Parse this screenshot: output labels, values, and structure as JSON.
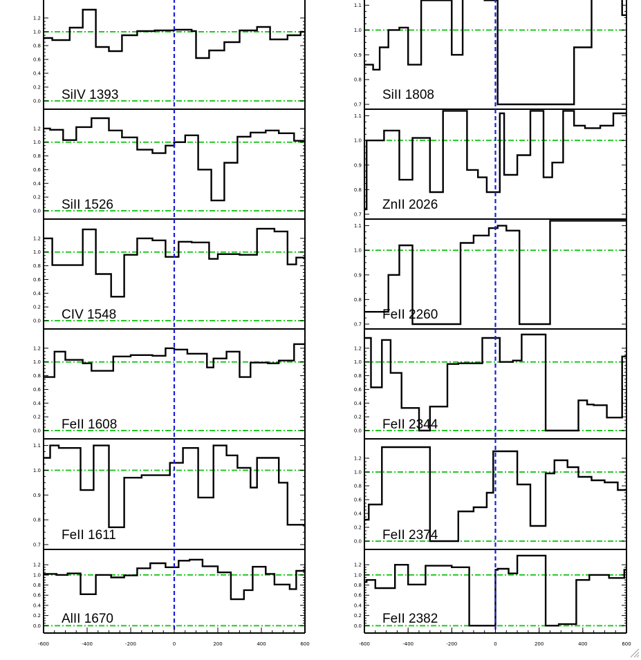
{
  "chart_data": [
    {
      "type": "line",
      "panel": "SiIV 1393",
      "column": "left",
      "ylim": [
        -0.05,
        1.42
      ],
      "yticks": [
        0.0,
        0.2,
        0.4,
        0.6,
        0.8,
        1.0,
        1.2
      ],
      "ytick_labels": [
        "0.0",
        "0.2",
        "0.4",
        "0.6",
        "0.8",
        "1.0",
        "1.2"
      ],
      "reference_lines": [
        1.0,
        0.0
      ],
      "x": [
        -600,
        -560,
        -480,
        -420,
        -360,
        -300,
        -240,
        -170,
        -90,
        0,
        80,
        100,
        160,
        230,
        300,
        380,
        440,
        520,
        580,
        600
      ],
      "y": [
        0.91,
        0.88,
        1.06,
        1.32,
        0.78,
        0.72,
        0.95,
        1.01,
        1.02,
        1.03,
        1.01,
        0.62,
        0.73,
        0.85,
        1.02,
        1.07,
        0.89,
        0.95,
        1.0,
        1.0
      ]
    },
    {
      "type": "line",
      "panel": "SiII 1526",
      "column": "left",
      "ylim": [
        -0.05,
        1.42
      ],
      "yticks": [
        0.0,
        0.2,
        0.4,
        0.6,
        0.8,
        1.0,
        1.2
      ],
      "ytick_labels": [
        "0.0",
        "0.2",
        "0.4",
        "0.6",
        "0.8",
        "1.0",
        "1.2"
      ],
      "reference_lines": [
        1.0,
        0.0
      ],
      "x": [
        -600,
        -570,
        -510,
        -450,
        -380,
        -300,
        -240,
        -170,
        -100,
        -40,
        0,
        50,
        110,
        170,
        230,
        290,
        350,
        420,
        480,
        550,
        600
      ],
      "y": [
        1.2,
        1.18,
        1.03,
        1.22,
        1.35,
        1.17,
        1.07,
        0.89,
        0.84,
        0.95,
        1.0,
        1.1,
        0.6,
        0.15,
        0.7,
        1.08,
        1.14,
        1.17,
        1.13,
        1.02,
        0.8
      ]
    },
    {
      "type": "line",
      "panel": "CIV 1548",
      "column": "left",
      "ylim": [
        -0.05,
        1.42
      ],
      "yticks": [
        0.0,
        0.2,
        0.4,
        0.6,
        0.8,
        1.0,
        1.2
      ],
      "ytick_labels": [
        "0.0",
        "0.2",
        "0.4",
        "0.6",
        "0.8",
        "1.0",
        "1.2"
      ],
      "reference_lines": [
        1.0,
        0.0
      ],
      "x": [
        -600,
        -560,
        -420,
        -360,
        -290,
        -230,
        -170,
        -100,
        -40,
        20,
        80,
        160,
        200,
        300,
        380,
        460,
        520,
        560,
        600
      ],
      "y": [
        1.2,
        0.81,
        1.33,
        0.68,
        0.35,
        0.96,
        1.2,
        1.17,
        0.93,
        1.15,
        1.14,
        0.9,
        0.97,
        0.96,
        1.34,
        1.3,
        0.82,
        0.92,
        0.92
      ]
    },
    {
      "type": "line",
      "panel": "FeII 1608",
      "column": "left",
      "ylim": [
        -0.05,
        1.42
      ],
      "yticks": [
        0.0,
        0.2,
        0.4,
        0.6,
        0.8,
        1.0,
        1.2
      ],
      "ytick_labels": [
        "0.0",
        "0.2",
        "0.4",
        "0.6",
        "0.8",
        "1.0",
        "1.2"
      ],
      "reference_lines": [
        1.0,
        0.0
      ],
      "x": [
        -600,
        -550,
        -500,
        -420,
        -380,
        -280,
        -200,
        -100,
        -40,
        0,
        60,
        150,
        180,
        240,
        300,
        350,
        430,
        480,
        550,
        600
      ],
      "y": [
        0.78,
        1.15,
        1.03,
        0.98,
        0.87,
        1.08,
        1.1,
        1.09,
        1.2,
        1.18,
        1.12,
        0.92,
        1.05,
        1.15,
        0.78,
        0.99,
        0.98,
        1.02,
        1.26,
        0.85
      ]
    },
    {
      "type": "line",
      "panel": "FeII 1611",
      "column": "left",
      "ylim": [
        0.7,
        1.11
      ],
      "yticks": [
        0.7,
        0.8,
        0.9,
        1.0,
        1.1
      ],
      "ytick_labels": [
        "0.7",
        "0.8",
        "0.9",
        "1.0",
        "1.1"
      ],
      "reference_lines": [
        1.0
      ],
      "x": [
        -600,
        -570,
        -530,
        -430,
        -370,
        -300,
        -230,
        -150,
        -90,
        -20,
        40,
        110,
        180,
        240,
        290,
        350,
        380,
        480,
        520,
        580,
        600
      ],
      "y": [
        1.05,
        1.1,
        1.09,
        0.92,
        1.1,
        0.77,
        0.97,
        0.98,
        0.98,
        1.03,
        1.09,
        0.89,
        1.1,
        1.06,
        1.01,
        0.93,
        1.05,
        0.95,
        0.78,
        0.78,
        0.78
      ]
    },
    {
      "type": "line",
      "panel": "AlII 1670",
      "column": "left",
      "ylim": [
        -0.05,
        1.42
      ],
      "yticks": [
        0.0,
        0.2,
        0.4,
        0.6,
        0.8,
        1.0,
        1.2
      ],
      "ytick_labels": [
        "0.0",
        "0.2",
        "0.4",
        "0.6",
        "0.8",
        "1.0",
        "1.2"
      ],
      "reference_lines": [
        1.0,
        0.0
      ],
      "x": [
        -600,
        -540,
        -490,
        -430,
        -360,
        -290,
        -230,
        -170,
        -110,
        -40,
        20,
        70,
        130,
        200,
        260,
        320,
        360,
        420,
        460,
        530,
        560,
        600
      ],
      "y": [
        1.02,
        1.0,
        1.03,
        0.62,
        1.0,
        0.95,
        0.99,
        1.13,
        1.23,
        1.15,
        1.28,
        1.3,
        1.17,
        1.05,
        0.52,
        0.7,
        1.16,
        1.02,
        0.81,
        0.72,
        1.08,
        1.15
      ]
    },
    {
      "type": "line",
      "panel": "SiII 1808",
      "column": "right",
      "ylim": [
        0.7,
        1.11
      ],
      "yticks": [
        0.7,
        0.8,
        0.9,
        1.0,
        1.1
      ],
      "ytick_labels": [
        "0.7",
        "0.8",
        "0.9",
        "1.0",
        "1.1"
      ],
      "reference_lines": [
        1.0
      ],
      "x": [
        -600,
        -560,
        -530,
        -490,
        -440,
        -400,
        -340,
        -280,
        -200,
        -150,
        -50,
        -10,
        10,
        80,
        140,
        260,
        320,
        360,
        440,
        500,
        560,
        580,
        600
      ],
      "y": [
        0.86,
        0.84,
        0.93,
        1.0,
        1.01,
        0.86,
        1.12,
        1.12,
        0.9,
        1.14,
        1.12,
        1.12,
        0.7,
        0.7,
        0.7,
        0.7,
        0.7,
        0.93,
        1.2,
        1.2,
        1.2,
        1.06,
        1.06
      ]
    },
    {
      "type": "line",
      "panel": "ZnII 2026",
      "column": "right",
      "ylim": [
        0.7,
        1.11
      ],
      "yticks": [
        0.7,
        0.8,
        0.9,
        1.0,
        1.1
      ],
      "ytick_labels": [
        "0.7",
        "0.8",
        "0.9",
        "1.0",
        "1.1"
      ],
      "reference_lines": [
        1.0
      ],
      "x": [
        -600,
        -590,
        -510,
        -440,
        -380,
        -300,
        -240,
        -130,
        -80,
        -40,
        20,
        40,
        100,
        160,
        220,
        260,
        310,
        360,
        410,
        480,
        540,
        590,
        600
      ],
      "y": [
        0.72,
        1.0,
        1.04,
        0.84,
        1.01,
        0.79,
        1.12,
        0.88,
        0.85,
        0.79,
        1.11,
        0.86,
        0.94,
        1.12,
        0.85,
        0.91,
        1.12,
        1.06,
        1.05,
        1.06,
        1.11,
        1.11,
        1.1
      ]
    },
    {
      "type": "line",
      "panel": "FeII 2260",
      "column": "right",
      "ylim": [
        0.7,
        1.11
      ],
      "yticks": [
        0.7,
        0.8,
        0.9,
        1.0,
        1.1
      ],
      "ytick_labels": [
        "0.7",
        "0.8",
        "0.9",
        "1.0",
        "1.1"
      ],
      "reference_lines": [
        1.0
      ],
      "x": [
        -600,
        -570,
        -530,
        -490,
        -440,
        -380,
        -300,
        -160,
        -100,
        -30,
        10,
        50,
        110,
        180,
        250,
        320,
        380,
        460,
        520,
        600
      ],
      "y": [
        0.75,
        0.75,
        0.75,
        0.9,
        1.02,
        0.7,
        0.7,
        1.03,
        1.06,
        1.09,
        1.1,
        1.08,
        0.7,
        0.7,
        1.12,
        1.12,
        1.12,
        1.12,
        1.12,
        1.12
      ]
    },
    {
      "type": "line",
      "panel": "FeII 2344",
      "column": "right",
      "ylim": [
        -0.05,
        1.42
      ],
      "yticks": [
        0.0,
        0.2,
        0.4,
        0.6,
        0.8,
        1.0,
        1.2
      ],
      "ytick_labels": [
        "0.0",
        "0.2",
        "0.4",
        "0.6",
        "0.8",
        "1.0",
        "1.2"
      ],
      "reference_lines": [
        1.0,
        0.0
      ],
      "x": [
        -600,
        -570,
        -520,
        -480,
        -430,
        -350,
        -300,
        -220,
        -170,
        -60,
        -10,
        20,
        80,
        120,
        200,
        230,
        350,
        380,
        420,
        450,
        510,
        580,
        600
      ],
      "y": [
        1.35,
        0.63,
        1.32,
        0.84,
        0.33,
        0.0,
        0.35,
        0.97,
        0.98,
        1.35,
        1.35,
        1.0,
        1.02,
        1.4,
        1.4,
        0.0,
        0.0,
        0.44,
        0.38,
        0.37,
        0.19,
        1.08,
        1.1
      ]
    },
    {
      "type": "line",
      "panel": "FeII 2374",
      "column": "right",
      "ylim": [
        -0.05,
        1.42
      ],
      "yticks": [
        0.0,
        0.2,
        0.4,
        0.6,
        0.8,
        1.0,
        1.2
      ],
      "ytick_labels": [
        "0.0",
        "0.2",
        "0.4",
        "0.6",
        "0.8",
        "1.0",
        "1.2"
      ],
      "reference_lines": [
        1.0,
        0.0
      ],
      "x": [
        -600,
        -580,
        -520,
        -460,
        -400,
        -300,
        -240,
        -170,
        -100,
        -40,
        -10,
        40,
        100,
        160,
        230,
        270,
        330,
        380,
        440,
        500,
        560,
        600
      ],
      "y": [
        0.31,
        0.53,
        1.36,
        1.36,
        1.36,
        0.0,
        0.0,
        0.43,
        0.49,
        0.7,
        1.3,
        1.3,
        0.82,
        0.22,
        0.98,
        1.17,
        1.07,
        0.93,
        0.88,
        0.85,
        0.74,
        0.74
      ]
    },
    {
      "type": "line",
      "panel": "FeII 2382",
      "column": "right",
      "ylim": [
        -0.05,
        1.42
      ],
      "yticks": [
        0.0,
        0.2,
        0.4,
        0.6,
        0.8,
        1.0,
        1.2
      ],
      "ytick_labels": [
        "0.0",
        "0.2",
        "0.4",
        "0.6",
        "0.8",
        "1.0",
        "1.2"
      ],
      "reference_lines": [
        1.0,
        0.0
      ],
      "x": [
        -600,
        -590,
        -550,
        -460,
        -400,
        -320,
        -200,
        -120,
        -50,
        0,
        10,
        60,
        100,
        230,
        290,
        370,
        430,
        520,
        590,
        600
      ],
      "y": [
        0.86,
        0.9,
        0.74,
        1.2,
        0.81,
        1.18,
        1.15,
        0.0,
        0.0,
        1.1,
        1.12,
        1.03,
        1.38,
        0.0,
        0.03,
        0.9,
        1.0,
        0.94,
        1.1,
        1.1
      ]
    }
  ],
  "x_axis": {
    "range": [
      -600,
      600
    ],
    "ticks": [
      -600,
      -400,
      -200,
      0,
      200,
      400,
      600
    ],
    "tick_labels_left": [
      "-600",
      "-400",
      "-200",
      "0",
      "200",
      "400",
      "600"
    ],
    "tick_labels_right": [
      "-600",
      "-400",
      "-200",
      "0",
      "200",
      "400",
      "600"
    ]
  },
  "colors": {
    "reference": "#22c822",
    "zero_velocity": "#1a1adc",
    "step": "#000000"
  }
}
